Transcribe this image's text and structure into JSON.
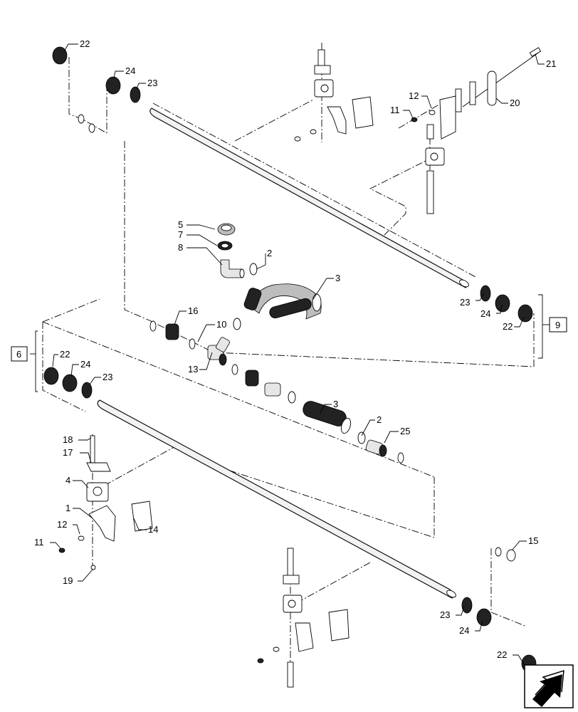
{
  "diagram": {
    "callouts": [
      "22",
      "24",
      "23",
      "21",
      "20",
      "12",
      "11",
      "5",
      "7",
      "8",
      "2",
      "3",
      "16",
      "10",
      "13",
      "3",
      "2",
      "25",
      "22",
      "24",
      "23",
      "18",
      "17",
      "4",
      "1",
      "12",
      "11",
      "14",
      "19",
      "15",
      "23",
      "24",
      "22",
      "23",
      "24",
      "22"
    ],
    "group_labels": [
      "6",
      "9"
    ],
    "nav_icon": "next-page-arrow-icon"
  }
}
